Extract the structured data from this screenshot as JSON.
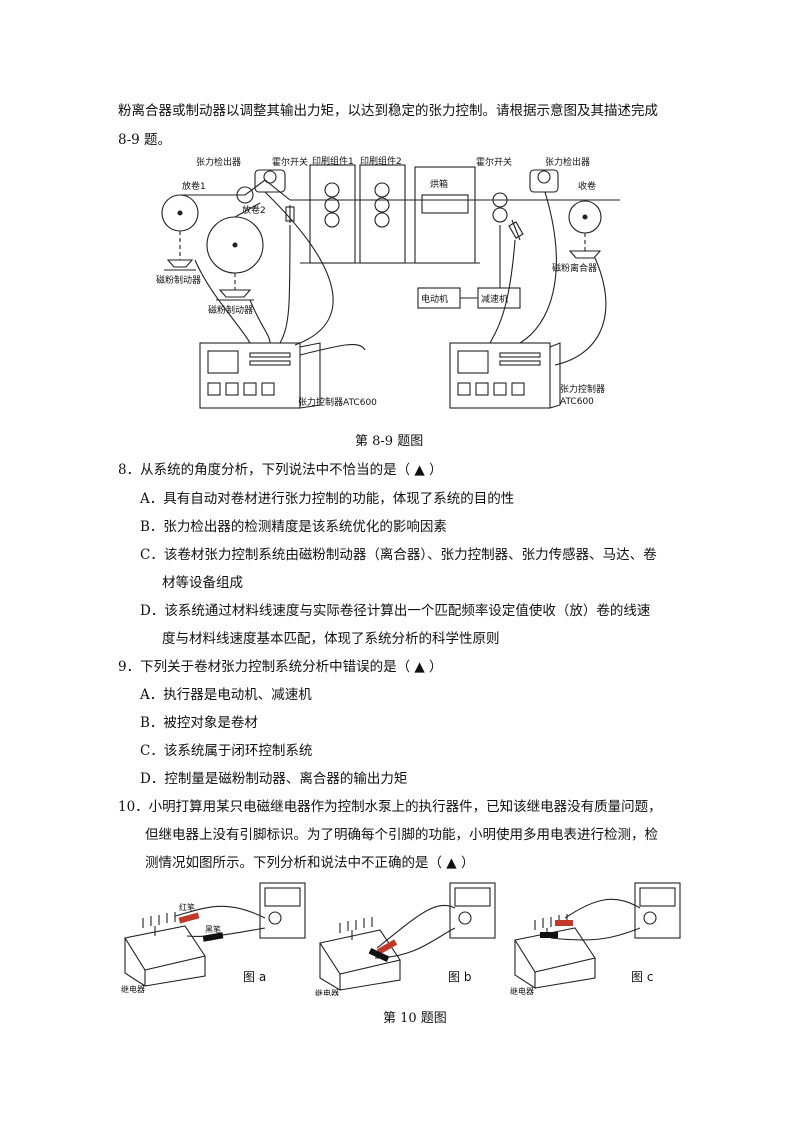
{
  "intro": {
    "line1": "粉离合器或制动器以调整其输出力矩，以达到稳定的张力控制。请根据示意图及其描述完成",
    "line2": "8-9 题。"
  },
  "figure89": {
    "labels": {
      "tension_detector_left": "张力检出器",
      "hall_switch_left": "霍尔开关",
      "print_unit_1": "印刷组件1",
      "print_unit_2": "印刷组件2",
      "oven": "烘箱",
      "hall_switch_right": "霍尔开关",
      "tension_detector_right": "张力检出器",
      "unwind_1": "放卷1",
      "unwind_2": "放卷2",
      "rewind": "收卷",
      "mag_brake_1": "磁粉制动器",
      "mag_brake_2": "磁粉制动器",
      "mag_clutch": "磁粉离合器",
      "motor": "电动机",
      "reducer": "减速机",
      "controller_left": "张力控制器ATC600",
      "controller_right_1": "张力控制器",
      "controller_right_2": "ATC600"
    },
    "caption": "第 8-9 题图"
  },
  "q8": {
    "stem": "8．从系统的角度分析，下列说法中不恰当的是（  ▲  ）",
    "A": "A．具有自动对卷材进行张力控制的功能，体现了系统的目的性",
    "B": "B．张力检出器的检测精度是该系统优化的影响因素",
    "C1": "C．该卷材张力控制系统由磁粉制动器（离合器）、张力控制器、张力传感器、马达、卷",
    "C2": "材等设备组成",
    "D1": "D．该系统通过材料线速度与实际卷径计算出一个匹配频率设定值使收（放）卷的线速",
    "D2": "度与材料线速度基本匹配，体现了系统分析的科学性原则"
  },
  "q9": {
    "stem": "9．下列关于卷材张力控制系统分析中错误的是（  ▲  ）",
    "A": "A．执行器是电动机、减速机",
    "B": "B．被控对象是卷材",
    "C": "C．该系统属于闭环控制系统",
    "D": "D．控制量是磁粉制动器、离合器的输出力矩"
  },
  "q10": {
    "line1": "10．小明打算用某只电磁继电器作为控制水泵上的执行器件，已知该继电器没有质量问题，",
    "line2": "但继电器上没有引脚标识。为了明确每个引脚的功能，小明使用多用电表进行检测，检",
    "line3": "测情况如图所示。下列分析和说法中不正确的是（  ▲  ）"
  },
  "figure10": {
    "relay_label": "继电器",
    "fig_a": "图 a",
    "fig_b": "图 b",
    "fig_c": "图 c",
    "probe_red": "红笔",
    "probe_black": "黑笔",
    "caption": "第 10 题图"
  }
}
